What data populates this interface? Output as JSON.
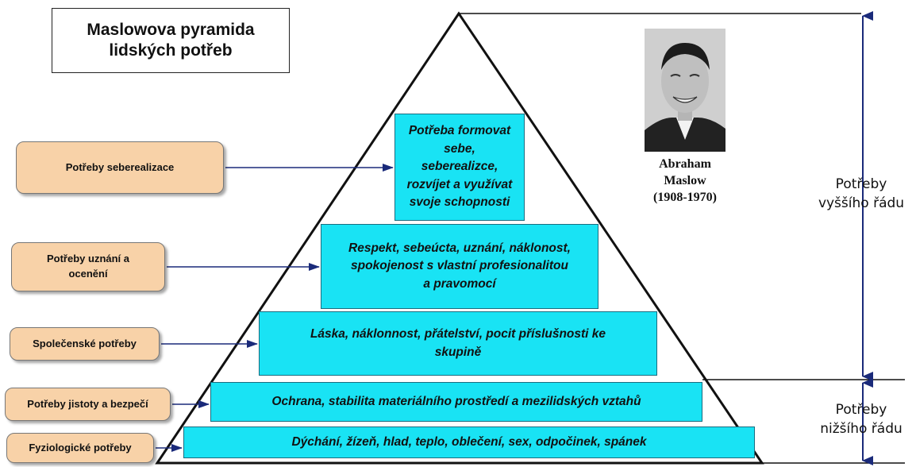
{
  "title": {
    "line1": "Maslowova pyramida",
    "line2": "lidských potřeb"
  },
  "needs": [
    {
      "lines": [
        "Potřeby seberealizace"
      ]
    },
    {
      "lines": [
        "Potřeby uznání a",
        "ocenění"
      ]
    },
    {
      "lines": [
        "Společenské potřeby"
      ]
    },
    {
      "lines": [
        "Potřeby jistoty a bezpečí"
      ]
    },
    {
      "lines": [
        "Fyziologické potřeby"
      ]
    }
  ],
  "levels": [
    {
      "lines": [
        "Potřeba formovat",
        "sebe,",
        "seberealizce,",
        "rozvíjet a využívat",
        "svoje schopnosti"
      ]
    },
    {
      "lines": [
        "Respekt, sebeúcta, uznání, náklonost,",
        "spokojenost s vlastní profesionalitou",
        "a pravomocí"
      ]
    },
    {
      "lines": [
        "Láska, náklonnost, přátelství, pocit příslušnosti ke",
        "skupině"
      ]
    },
    {
      "lines": [
        "Ochrana, stabilita materiálního prostředí a  mezilidských vztahů"
      ]
    },
    {
      "lines": [
        "Dýchání, žízeň, hlad, teplo, oblečení, sex, odpočinek, spánek"
      ]
    }
  ],
  "portrait": {
    "name_line1": "Abraham",
    "name_line2": "Maslow",
    "years": "(1908-1970)"
  },
  "scale": {
    "higher_line1": "Potřeby",
    "higher_line2": "vyššího řádu",
    "lower_line1": "Potřeby",
    "lower_line2": "nižšího řádu"
  },
  "colors": {
    "level_fill": "#19e3f4",
    "need_fill": "#f8d2a8",
    "arrow": "#1a2a7a"
  }
}
